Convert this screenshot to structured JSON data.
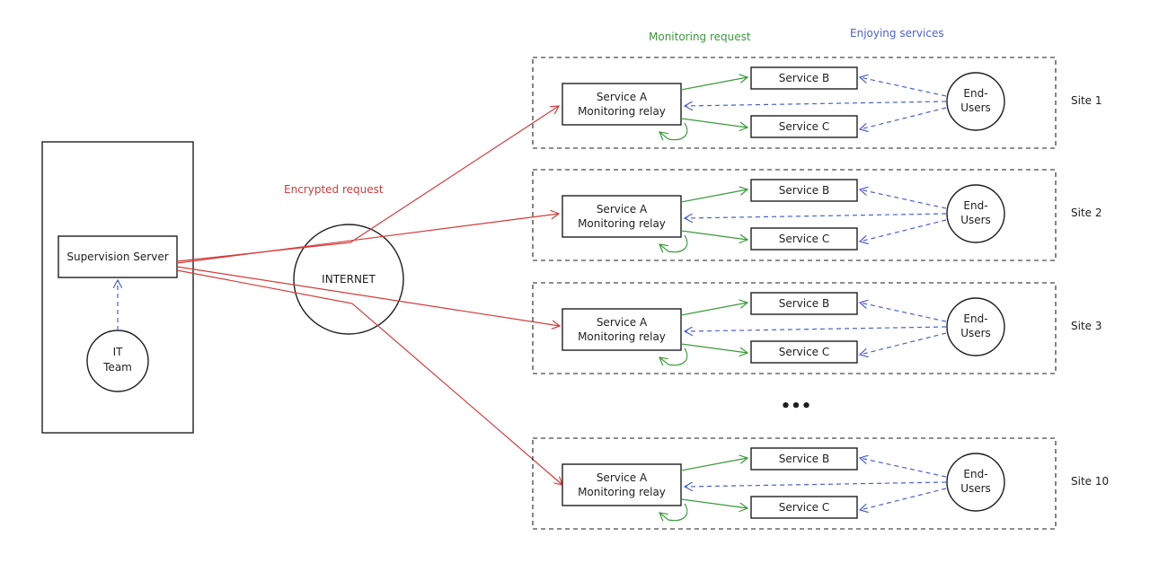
{
  "legend": {
    "monitoring": "Monitoring request",
    "services": "Enjoying services",
    "encrypted": "Encrypted request"
  },
  "left": {
    "server": "Supervision Server",
    "it_line1": "IT",
    "it_line2": "Team"
  },
  "internet": "INTERNET",
  "ellipsis": "•••",
  "service_a_line1": "Service A",
  "service_a_line2": "Monitoring relay",
  "service_b": "Service B",
  "service_c": "Service C",
  "end_users_line1": "End-",
  "end_users_line2": "Users",
  "sites": [
    {
      "label": "Site 1"
    },
    {
      "label": "Site 2"
    },
    {
      "label": "Site 3"
    },
    {
      "label": "Site 10"
    }
  ],
  "colors": {
    "encrypted": "#d63a3a",
    "monitoring": "#3a9a3a",
    "services": "#4a5fd8",
    "ink": "#1e1e1e"
  }
}
